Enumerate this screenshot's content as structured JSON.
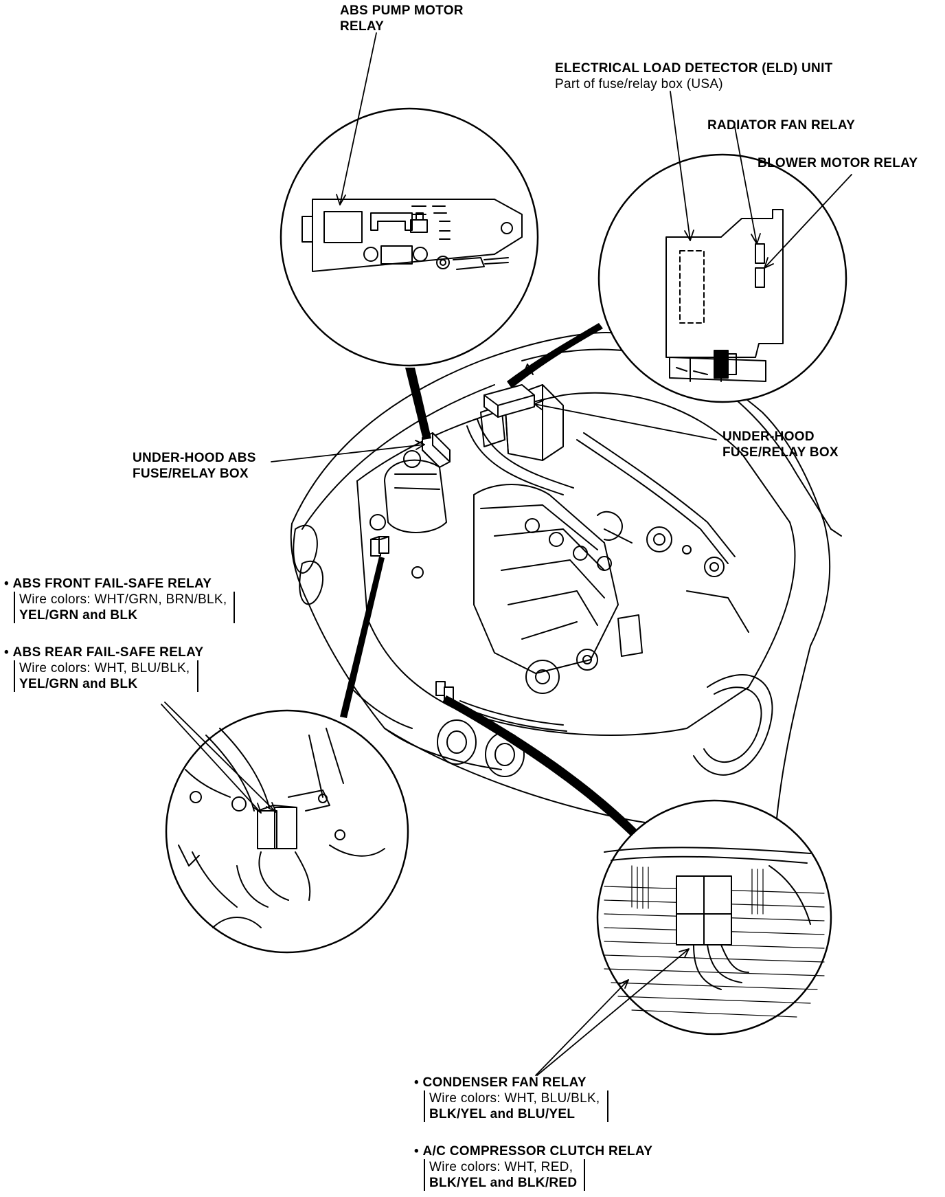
{
  "labels": {
    "abs_pump_motor_relay": [
      "ABS PUMP MOTOR",
      "RELAY"
    ],
    "eld_unit": [
      "ELECTRICAL LOAD DETECTOR (ELD) UNIT",
      "Part of fuse/relay box (USA)"
    ],
    "radiator_fan_relay": "RADIATOR FAN RELAY",
    "blower_motor_relay": "BLOWER MOTOR RELAY",
    "under_hood_abs_fuse_relay_box": [
      "UNDER-HOOD ABS",
      "FUSE/RELAY BOX"
    ],
    "under_hood_fuse_relay_box": [
      "UNDER-HOOD",
      "FUSE/RELAY BOX"
    ],
    "abs_front_fail_safe_relay": {
      "title": "ABS FRONT FAIL-SAFE RELAY",
      "wires": [
        "Wire colors: WHT/GRN, BRN/BLK,",
        "YEL/GRN and BLK"
      ]
    },
    "abs_rear_fail_safe_relay": {
      "title": "ABS REAR FAIL-SAFE RELAY",
      "wires": [
        "Wire colors: WHT, BLU/BLK,",
        "YEL/GRN and BLK"
      ]
    },
    "condenser_fan_relay": {
      "title": "CONDENSER FAN RELAY",
      "wires": [
        "Wire colors: WHT, BLU/BLK,",
        "BLK/YEL and BLU/YEL"
      ]
    },
    "ac_compressor_clutch_relay": {
      "title": "A/C COMPRESSOR CLUTCH RELAY",
      "wires": [
        "Wire colors: WHT, RED,",
        "BLK/YEL and BLK/RED"
      ]
    }
  },
  "colors": {
    "ink": "#000000",
    "paper": "#ffffff"
  }
}
